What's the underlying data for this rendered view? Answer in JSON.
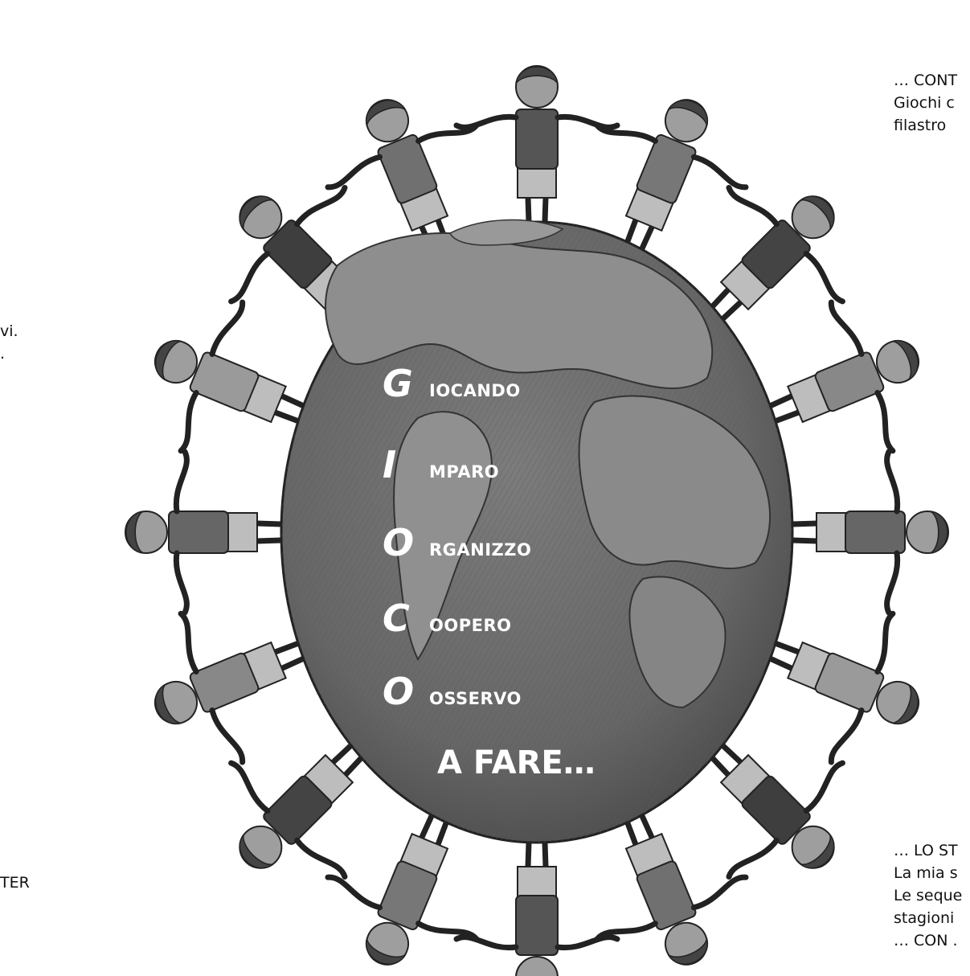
{
  "illustration": {
    "subject": "children-holding-hands-around-globe"
  },
  "acrostic": {
    "rows": [
      {
        "initial": "G",
        "rest": "IOCANDO"
      },
      {
        "initial": "I",
        "rest": "MPARO"
      },
      {
        "initial": "O",
        "rest": "RGANIZZO"
      },
      {
        "initial": "C",
        "rest": "OOPERO"
      },
      {
        "initial": "O",
        "rest": "OSSERVO"
      }
    ],
    "closing": "A FARE…"
  },
  "side_texts": {
    "top_right": [
      "… CONT",
      "Giochi c",
      "filastro"
    ],
    "left": [
      "vi.",
      "."
    ],
    "bottom_left": [
      "TER"
    ],
    "bottom_right": [
      "… LO ST",
      "La mia s",
      "Le seque",
      "stagioni",
      "… CON ."
    ]
  },
  "colors": {
    "globe": "#6e6e6e",
    "land": "#8a8a8a",
    "text_on_globe": "#ffffff",
    "ink": "#1a1a1a"
  }
}
